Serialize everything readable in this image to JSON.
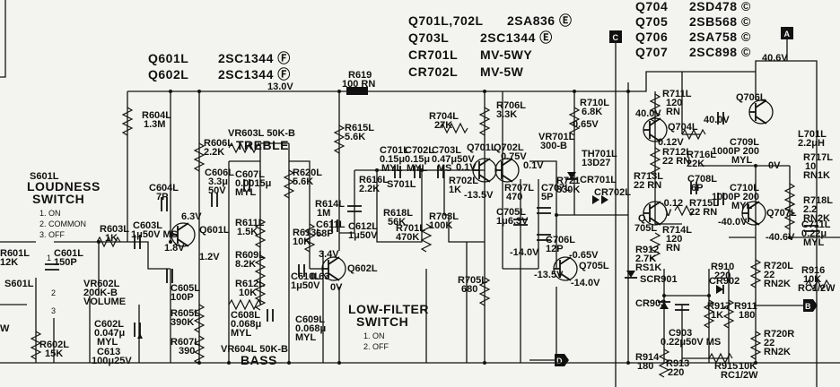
{
  "header": {
    "q601": "Q601L",
    "q601_part": "2SC1344 Ⓕ",
    "q602": "Q602L",
    "q602_part": "2SC1344 Ⓕ",
    "q701": "Q701L,702L",
    "q701_part": "2SA836 Ⓔ",
    "q703": "Q703L",
    "q703_part": "2SC1344 Ⓔ",
    "cr701": "CR701L",
    "cr701_part": "MV-5WY",
    "cr702": "CR702L",
    "cr702_part": "MV-5W"
  },
  "right_table": [
    {
      "ref": "Q704",
      "part": "2SD478 ©"
    },
    {
      "ref": "Q705",
      "part": "2SB568 ©"
    },
    {
      "ref": "Q706",
      "part": "2SA758 ©"
    },
    {
      "ref": "Q707",
      "part": "2SC898 ©"
    }
  ],
  "tags": {
    "a": "A",
    "b": "B",
    "c": "C",
    "d": "D"
  },
  "switches": {
    "loudness": {
      "title1": "LOUDNESS",
      "title2": "SWITCH",
      "opt1": "1. ON",
      "opt2": "2. COMMON",
      "opt3": "3. OFF"
    },
    "lowfilter": {
      "title1": "LOW-FILTER",
      "title2": "SWITCH",
      "opt1": "1. ON",
      "opt2": "2. OFF"
    }
  },
  "labels": {
    "rail_13v": "13.0V",
    "r619": "R619",
    "r619_v": "100 RN",
    "r604": "R604L",
    "r604_v": "1.3M",
    "r606": "R606L",
    "r606_v": "2.2K",
    "c606": "C606L",
    "c606_v1": "3.3μ",
    "c606_v2": "50V",
    "c604": "C604L",
    "c604_v": "7P",
    "vr603": "VR603L 50K-B",
    "treble": "TREBLE",
    "c607": "C607L",
    "c607_v1": "0.0015μ",
    "c607_v2": "MYL",
    "r620": "R620L",
    "r620_v": "5.6K",
    "r615": "R615L",
    "r615_v": "5.6K",
    "r611": "R611L",
    "r611_v": "1.5K",
    "r609": "R609L",
    "r609_v": "8.2K",
    "r612": "R612L",
    "r612_v": "10K",
    "r613": "R613L",
    "r613_v": "10K",
    "r614": "R614L",
    "r614_v": "1M",
    "c612": "C612L",
    "c612_v": "1μ50V",
    "c611": "C611L",
    "c611_v": "68P",
    "r616": "R616L",
    "r616_v": "2.2K",
    "c610": "C610L",
    "c610_v": "1μ50V",
    "v_634": "3.4V",
    "v_063": "0.63",
    "v_0v": "0V",
    "q602l": "Q602L",
    "c608": "C608L",
    "c608_v1": "0.068μ",
    "c608_v2": "MYL",
    "c609": "C609L",
    "c609_v1": "0.068μ",
    "c609_v2": "MYL",
    "vr604": "VR604L 50K-B",
    "bass": "BASS",
    "v_63": "6.3V",
    "q601l": "Q601L",
    "v_18": "1.8V",
    "v_12": "1.2V",
    "r603": "R603L",
    "r603_v": "1K",
    "c603": "C603L",
    "c603_v": "1μ50V MS",
    "c605": "C605L",
    "c605_v": "100P",
    "r605": "R605L",
    "r605_v": "390K",
    "r607": "R607L",
    "r607_v": "390",
    "s601_top": "S601L",
    "c601": "C601L",
    "c601_v": "150P",
    "r601": "R601L",
    "r601_v": "12K",
    "s601": "S601L",
    "vr602": "VR602L",
    "vr602_v": "200K-B",
    "volume": "VOLUME",
    "c602": "C602L",
    "c602_v1": "0.047μ",
    "c602_v2": "MYL",
    "c613": "C613",
    "c613_v": "100μ25V",
    "r602": "R602L",
    "r602_v": "15K",
    "pin1": "1",
    "pin2": "2",
    "pin3": "3",
    "w_left": "W",
    "r704": "R704L",
    "r704_v": "27K",
    "r706": "R706L",
    "r706_v": "3.3K",
    "c701": "C701L",
    "c701_v1": "0.15μ",
    "c701_v2": "MYL",
    "c702": "C702L",
    "c702_v1": "0.15μ",
    "c702_v2": "MYL",
    "c703": "C703L",
    "c703_v1": "0.47μ50V",
    "c703_v2": "MS",
    "s701": "S701L",
    "r718": "R618L",
    "r718_v": "56K",
    "r701": "R701L",
    "r701_v": "470K",
    "r702": "R702L",
    "r702_v": "1K",
    "r703": "R703L",
    "r703_v": "100K",
    "q701l": "Q701L",
    "q702l": "Q702L",
    "v_01": "0.1V",
    "v_075": "0.75V",
    "v_01b": "0.1V",
    "v_135": "-13.5V",
    "r707": "R707L",
    "r707_v": "470",
    "c705": "C705L",
    "c705_v": "1μ6.3V",
    "c707": "C707L",
    "c707_v": "5P",
    "c706": "C706L",
    "c706_v": "12P",
    "v_14": "-14.0V",
    "v_065": "-0.65V",
    "v_135b": "-13.5V",
    "v_14b": "-14.0V",
    "q705l": "Q705L",
    "r705": "R705L",
    "r705_v": "680",
    "r710": "R710L",
    "r710_v": "6.8K",
    "v_065p": "0.65V",
    "vr701": "VR701L",
    "vr701_v": "300-B",
    "th701": "TH701L",
    "th701_v": "13D27",
    "r721": "R721",
    "r721_v": "330K",
    "cr701l": "CR701L",
    "cr702l": "CR702L",
    "r711": "R711L",
    "r711_v1": "120",
    "r711_v2": "RN",
    "v_40": "40.0V",
    "q704l": "Q704L",
    "v_012": "0.12V",
    "r712": "R712L",
    "r712_v": "22 RN",
    "r713": "R713L",
    "r713_v": "22 RN",
    "v_012n": "-0.12",
    "v_v": "V",
    "q705": "Q",
    "q705b": "705L",
    "r714": "R714L",
    "r714_v1": "120",
    "r714_v2": "RN",
    "q706l": "Q706L",
    "v_40b": "40.0V",
    "c709": "C709L",
    "c709_v1": "1000P 200",
    "c709_v2": "MYL",
    "r716": "R716L",
    "r716_v": "22K",
    "c708": "C708L",
    "c708_v": "6P",
    "r715": "R715L",
    "r715_v": "22 RN",
    "c710": "C710L",
    "c710_v1": "1000P 200",
    "c710_v2": "MYL",
    "v_40n": "-40.0V",
    "q707l": "Q707L",
    "v_406n": "-40.6V",
    "v_406": "40.6V",
    "v_0v2": "0V",
    "l701": "L701L",
    "l701_v": "2.2μH",
    "r717": "R717L",
    "r717_v1": "10",
    "r717_v2": "RN1K",
    "r718l": "R718L",
    "r718l_v1": "2.2",
    "r718l_v2": "RN2K",
    "c711": "C711L",
    "c711_v1": "0.22μ",
    "c711_v2": "MYL",
    "r912": "R912",
    "r912_v1": "2.7K",
    "r912_v2": "RS1K",
    "scr901": "SCR901",
    "r910": "R910",
    "r910_v": "220",
    "cr902": "CR902",
    "r720": "R720L",
    "r720_v1": "22",
    "r720_v2": "RN2K",
    "r916": "R916",
    "r916_v1": "10K",
    "r916_v2": "RC1/2W",
    "cr903": "CR903",
    "r917": "R917",
    "r917_v": "1K",
    "r911": "R911",
    "r911_v": "180",
    "c903": "C903",
    "c903_v": "0.22μ50V MS",
    "r720r": "R720R",
    "r720r_v1": "22",
    "r720r_v2": "RN2K",
    "r914": "R914",
    "r914_v": "180",
    "r913": "R913",
    "r913_v": "220",
    "r915": "R915",
    "r915_v1": "10K",
    "r915_v2": "RC1/2W"
  }
}
